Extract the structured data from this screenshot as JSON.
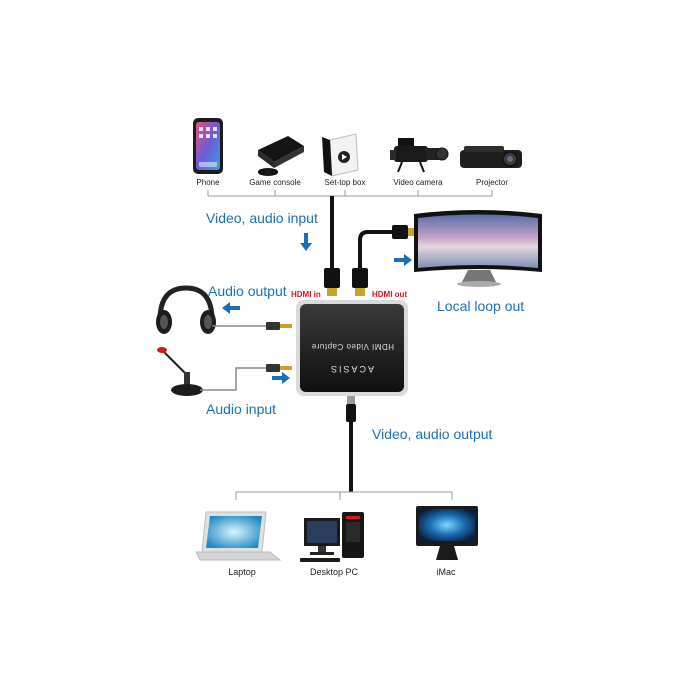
{
  "colors": {
    "callout_blue": "#1a6fbd",
    "port_red": "#e0141e",
    "arrow_blue": "#1a6fbd",
    "line_gray": "#888888",
    "cable_black": "#111111"
  },
  "top_devices": [
    {
      "label": "Phone",
      "icon": "phone-icon"
    },
    {
      "label": "Game console",
      "icon": "game-console-icon"
    },
    {
      "label": "Set-top box",
      "icon": "set-top-box-icon"
    },
    {
      "label": "Video camera",
      "icon": "video-camera-icon"
    },
    {
      "label": "Projector",
      "icon": "projector-icon"
    }
  ],
  "callouts": {
    "video_audio_input": "Video, audio input",
    "audio_output": "Audio output",
    "audio_input": "Audio input",
    "local_loop_out": "Local loop out",
    "video_audio_output": "Video, audio output"
  },
  "ports": {
    "hdmi_in": "HDMI in",
    "hdmi_out": "HDMI out"
  },
  "capture_device": {
    "top_text": "HDMI Video Capture",
    "brand_text": "ACASIS"
  },
  "bottom_devices": [
    {
      "label": "Laptop",
      "icon": "laptop-icon"
    },
    {
      "label": "Desktop PC",
      "icon": "desktop-pc-icon"
    },
    {
      "label": "iMac",
      "icon": "imac-icon"
    }
  ]
}
